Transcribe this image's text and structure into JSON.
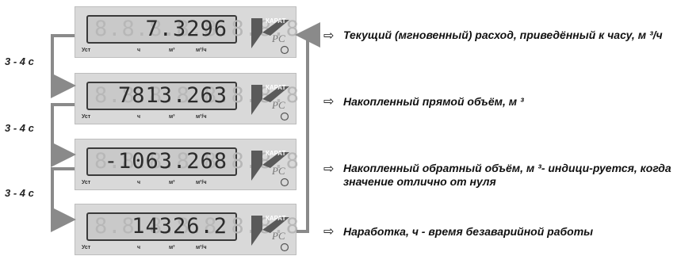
{
  "panels": [
    {
      "ghost": "8.8.8.8.8.8.8.8",
      "value": "7.3296",
      "unit_labels": {
        "ust": "Уст",
        "h": "ч",
        "m3": "м³",
        "m3h": "м³/ч"
      }
    },
    {
      "ghost": "8.8.8.8.8.8.8.8",
      "value": "7813.263",
      "unit_labels": {
        "ust": "Уст",
        "h": "ч",
        "m3": "м³",
        "m3h": "м³/ч"
      }
    },
    {
      "ghost": "8.8.8.8.8.8.8.8",
      "value": "-1063.268",
      "unit_labels": {
        "ust": "Уст",
        "h": "ч",
        "m3": "м³",
        "m3h": "м³/ч"
      }
    },
    {
      "ghost": "8.8.8.8.8.8.8.8",
      "value": "14326.2",
      "unit_labels": {
        "ust": "Уст",
        "h": "ч",
        "m3": "м³",
        "m3h": "м³/ч"
      }
    }
  ],
  "timers": [
    "3 - 4 с",
    "3 - 4 с",
    "3 - 4 с"
  ],
  "descriptions": [
    "Текущий (мгновенный) расход, приведённый к часу, м ³/ч",
    "Накопленный прямой объём, м ³",
    "Накопленный обратный объём, м ³- индици-руется, когда значение отлично от нуля",
    "Наработка, ч - время безаварийной работы"
  ],
  "logo_text": {
    "brand": "КАРАТ",
    "model": "РС"
  },
  "arrow_glyph": "⇨"
}
